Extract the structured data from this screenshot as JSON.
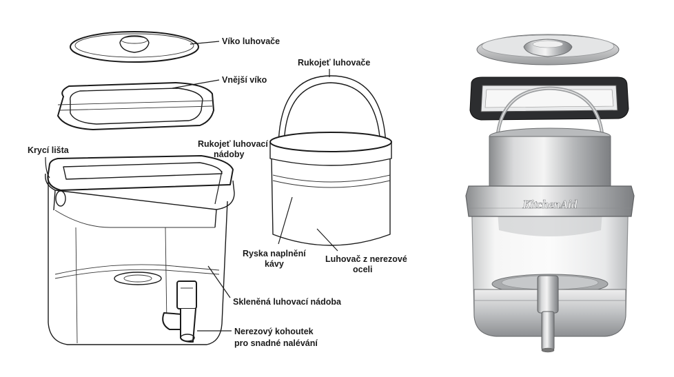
{
  "labels": {
    "lid_brewer": "Víko luhovače",
    "outer_lid": "Vnější víko",
    "trim_strip": "Krycí lišta",
    "vessel_handle_line1": "Rukojeť luhovací",
    "vessel_handle_line2": "nádoby",
    "brewer_handle": "Rukojeť luhovače",
    "coffee_fill_line1": "Ryska naplnění",
    "coffee_fill_line2": "kávy",
    "steel_brewer_line1": "Luhovač z nerezové",
    "steel_brewer_line2": "oceli",
    "glass_vessel": "Skleněná luhovací nádoba",
    "spigot_line1": "Nerezový kohoutek",
    "spigot_line2": "pro snadné nalévání"
  },
  "photo": {
    "brand": "KitchenAid"
  }
}
